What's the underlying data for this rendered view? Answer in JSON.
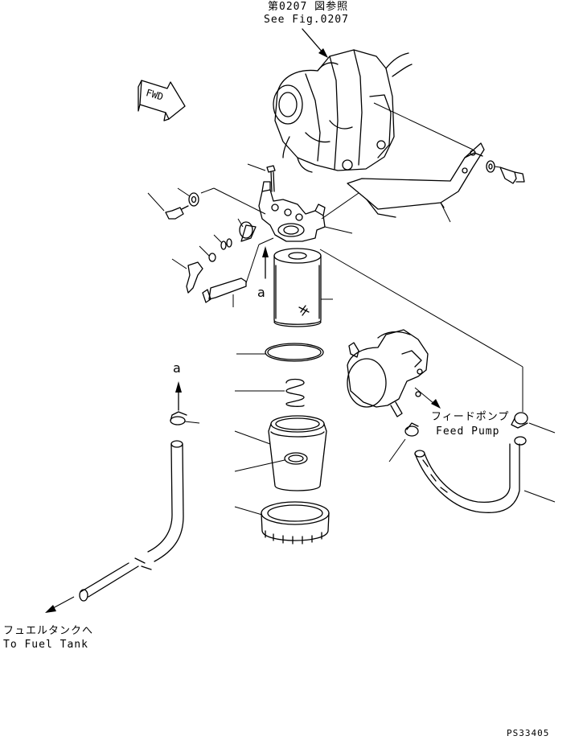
{
  "callouts": {
    "see_fig_jp": "第0207 図参照",
    "see_fig_en": "See Fig.0207",
    "fwd": "FWD",
    "feed_pump_jp": "フィードポンプ",
    "feed_pump_en": "Feed Pump",
    "fuel_tank_jp": "フュエルタンクへ",
    "fuel_tank_en": "To Fuel Tank",
    "ref_a_upper": "a",
    "ref_a_lower": "a",
    "drawing_number": "PS33405"
  }
}
